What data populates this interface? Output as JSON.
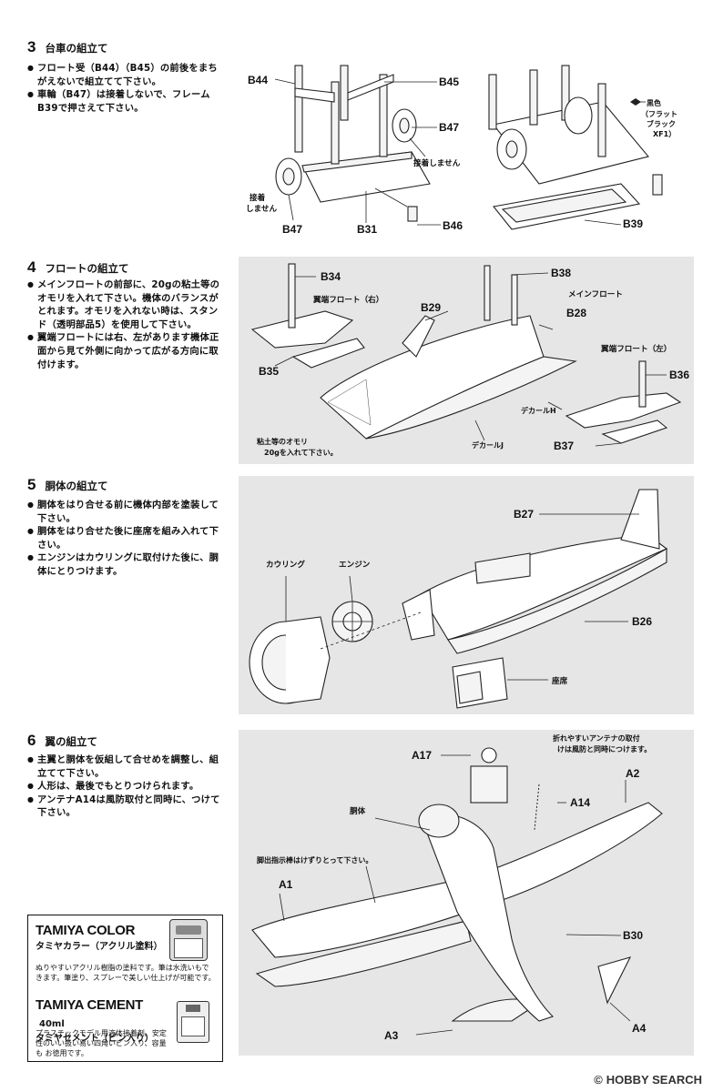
{
  "steps": [
    {
      "number": "3",
      "title": "台車の組立て",
      "instructions": [
        "フロート受（B44）（B45）の前後をまちがえないで組立てて下さい。",
        "車輪（B47）は接着しないで、フレームB39で押さえて下さい。"
      ],
      "labels": {
        "b44": "B44",
        "b45": "B45",
        "b47a": "B47",
        "b47b": "B47",
        "b31": "B31",
        "b46": "B46",
        "b39": "B39",
        "no_glue_1": "接着しません",
        "no_glue_2a": "接着",
        "no_glue_2b": "しません",
        "paint_1": "黒色",
        "paint_2": "（フラット",
        "paint_3": "ブラック",
        "paint_4": "XF1）"
      }
    },
    {
      "number": "4",
      "title": "フロートの組立て",
      "instructions": [
        "メインフロートの前部に、20gの粘土等のオモリを入れて下さい。機体のバランスがとれます。オモリを入れない時は、スタンド（透明部品5）を使用して下さい。",
        "翼端フロートには右、左があります機体正面から見て外側に向かって広がる方向に取付けます。"
      ],
      "labels": {
        "b34": "B34",
        "b29": "B29",
        "b38": "B38",
        "b28": "B28",
        "b35": "B35",
        "b36": "B36",
        "b37": "B37",
        "wingtip_right": "翼端フロート（右）",
        "wingtip_left": "翼端フロート（左）",
        "main_float": "メインフロート",
        "weight_1": "粘土等のオモリ",
        "weight_2": "20gを入れて下さい。",
        "decal_h": "デカールH",
        "decal_j": "デカールJ"
      }
    },
    {
      "number": "5",
      "title": "胴体の組立て",
      "instructions": [
        "胴体をはり合せる前に機体内部を塗装して下さい。",
        "胴体をはり合せた後に座席を組み入れて下さい。",
        "エンジンはカウリングに取付けた後に、胴体にとりつけます。"
      ],
      "labels": {
        "b27": "B27",
        "b26": "B26",
        "cowling": "カウリング",
        "engine": "エンジン",
        "seat": "座席"
      }
    },
    {
      "number": "6",
      "title": "翼の組立て",
      "instructions": [
        "主翼と胴体を仮組して合せめを調整し、組立てて下さい。",
        "人形は、最後でもとりつけられます。",
        "アンテナA14は風防取付と同時に、つけて下さい。"
      ],
      "labels": {
        "a17": "A17",
        "a14": "A14",
        "a2": "A2",
        "a1": "A1",
        "a3": "A3",
        "a4": "A4",
        "b30": "B30",
        "fuselage": "胴体",
        "indicator": "脚出指示棒はけずりとって下さい。",
        "antenna_1": "折れやすいアンテナの取付",
        "antenna_2": "けは風防と同時につけます。"
      }
    }
  ],
  "ad": {
    "color_brand": "TAMIYA COLOR",
    "color_sub": "タミヤカラー（アクリル塗料）",
    "color_desc": "ぬりやすいアクリル樹脂の塗料です。筆は水洗いもできます。筆塗り、スプレーで美しい仕上げが可能です。",
    "cement_brand": "TAMIYA CEMENT",
    "cement_size": "40ml",
    "cement_sub": "タミヤセメント（ビン入り）",
    "cement_desc": "プラスチックモデル用液体接着剤。安定性のいい扱い易い四角いビン入り、容量も お徳用です。"
  },
  "watermark": {
    "text": "HOBBY SEARCH",
    "mark": "©"
  }
}
